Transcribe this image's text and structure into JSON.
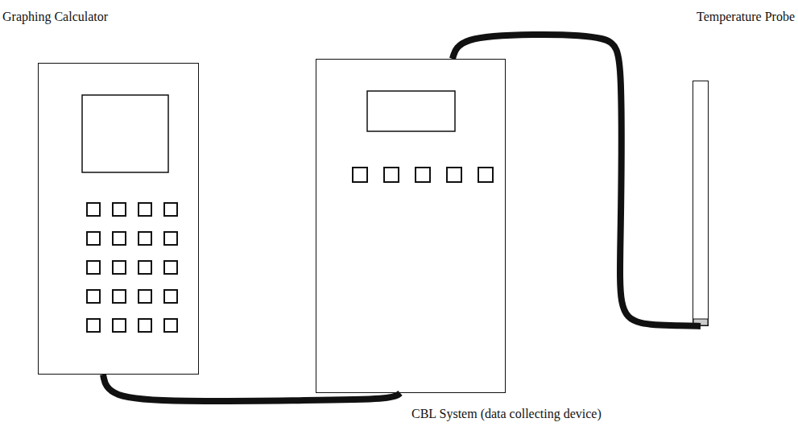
{
  "diagram": {
    "nodes": [
      {
        "text": [
          "Graphing Calculator"
        ]
      },
      {
        "text": [
          "CBL System (data collecting device)"
        ]
      },
      {
        "text": [
          "Temperature Probe"
        ]
      }
    ],
    "edges": [
      {
        "from": 0,
        "to": 1,
        "arrow": "none"
      },
      {
        "from": 1,
        "to": 2,
        "arrow": "none"
      }
    ]
  }
}
